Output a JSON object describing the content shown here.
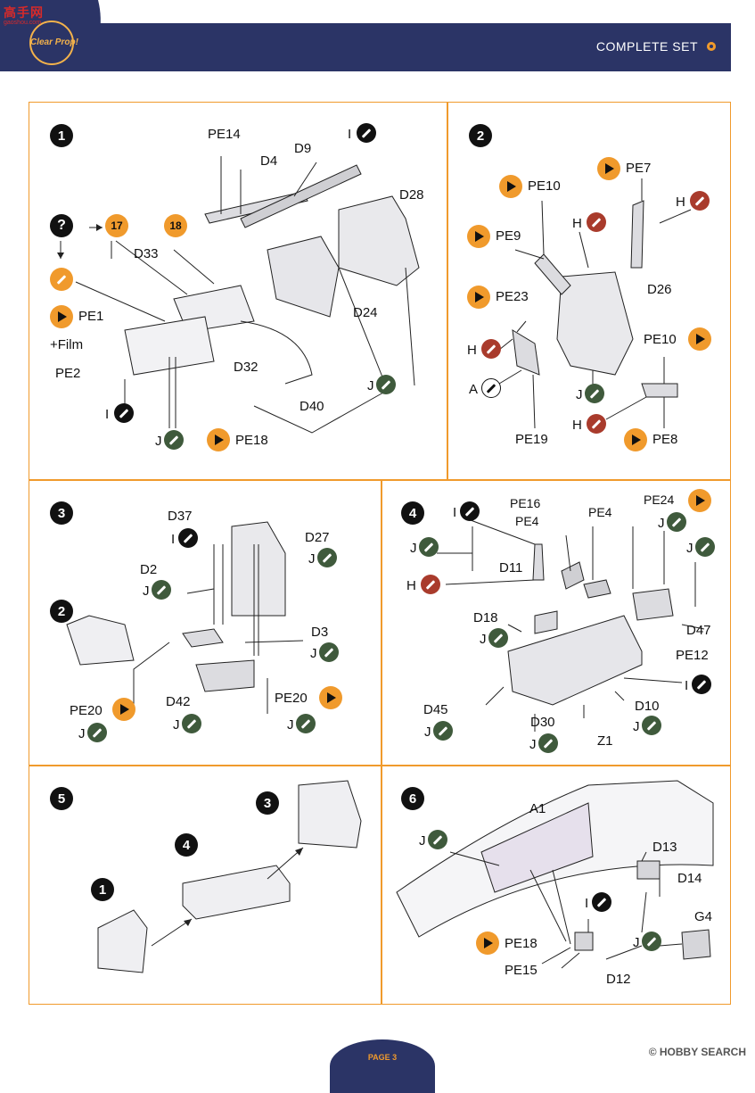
{
  "header": {
    "title": "COMPLETE SET",
    "logo_text": "高手网",
    "logo_sub": "gaoshou.com",
    "logo_brand": "Clear Prop!"
  },
  "footer": {
    "page": "PAGE 3",
    "brand": "© HOBBY SEARCH"
  },
  "steps": {
    "s1": {
      "num": "1",
      "ref_17": "17",
      "ref_18": "18",
      "question": "?",
      "labels": {
        "pe14": "PE14",
        "d4": "D4",
        "d9": "D9",
        "i_top": "I",
        "d28": "D28",
        "d33": "D33",
        "pe1": "PE1",
        "film": "+Film",
        "pe2": "PE2",
        "i_bottom": "I",
        "d32": "D32",
        "d24": "D24",
        "d40": "D40",
        "j_right": "J",
        "j_bottom": "J",
        "pe18": "PE18"
      }
    },
    "s2": {
      "num": "2",
      "labels": {
        "pe7": "PE7",
        "pe10_top": "PE10",
        "h_top_right": "H",
        "h_mid": "H",
        "pe9": "PE9",
        "d26": "D26",
        "pe23": "PE23",
        "pe10_right": "PE10",
        "h_left": "H",
        "a": "A",
        "j": "J",
        "h_bottom": "H",
        "pe19": "PE19",
        "pe8": "PE8"
      }
    },
    "s3": {
      "num": "3",
      "ref_2": "2",
      "labels": {
        "d37": "D37",
        "i": "I",
        "d27": "D27",
        "j_d27": "J",
        "d2": "D2",
        "j_d2": "J",
        "d3": "D3",
        "j_d3": "J",
        "pe20_left": "PE20",
        "j_left": "J",
        "d42": "D42",
        "j_d42": "J",
        "pe20_right": "PE20",
        "j_right": "J"
      }
    },
    "s4": {
      "num": "4",
      "labels": {
        "i_top": "I",
        "pe16": "PE16",
        "pe4_a": "PE4",
        "pe4_b": "PE4",
        "pe24": "PE24",
        "j_pe24": "J",
        "j_left": "J",
        "j_right": "J",
        "d11": "D11",
        "h": "H",
        "d18": "D18",
        "j_d18": "J",
        "d47": "D47",
        "pe12": "PE12",
        "i_right": "I",
        "d45": "D45",
        "j_d45": "J",
        "d30": "D30",
        "j_d30": "J",
        "d10": "D10",
        "j_d10": "J",
        "z1": "Z1"
      }
    },
    "s5": {
      "num": "5",
      "ref_3": "3",
      "ref_4": "4",
      "ref_1": "1"
    },
    "s6": {
      "num": "6",
      "labels": {
        "a1": "A1",
        "j_left": "J",
        "d13": "D13",
        "d14": "D14",
        "g4": "G4",
        "i": "I",
        "j_right": "J",
        "pe18": "PE18",
        "pe15": "PE15",
        "d12": "D12"
      }
    }
  },
  "colors": {
    "frame": "#f09a2c",
    "header": "#2b3466",
    "paint_j": "#3f5a3c",
    "paint_h": "#a93b2c",
    "paint_i": "#111111",
    "paint_a": "#ffffff",
    "pe_badge": "#f09a2c"
  },
  "icons": [
    "paint-brush-icon",
    "photo-etch-icon",
    "question-icon",
    "arrow-icon"
  ]
}
